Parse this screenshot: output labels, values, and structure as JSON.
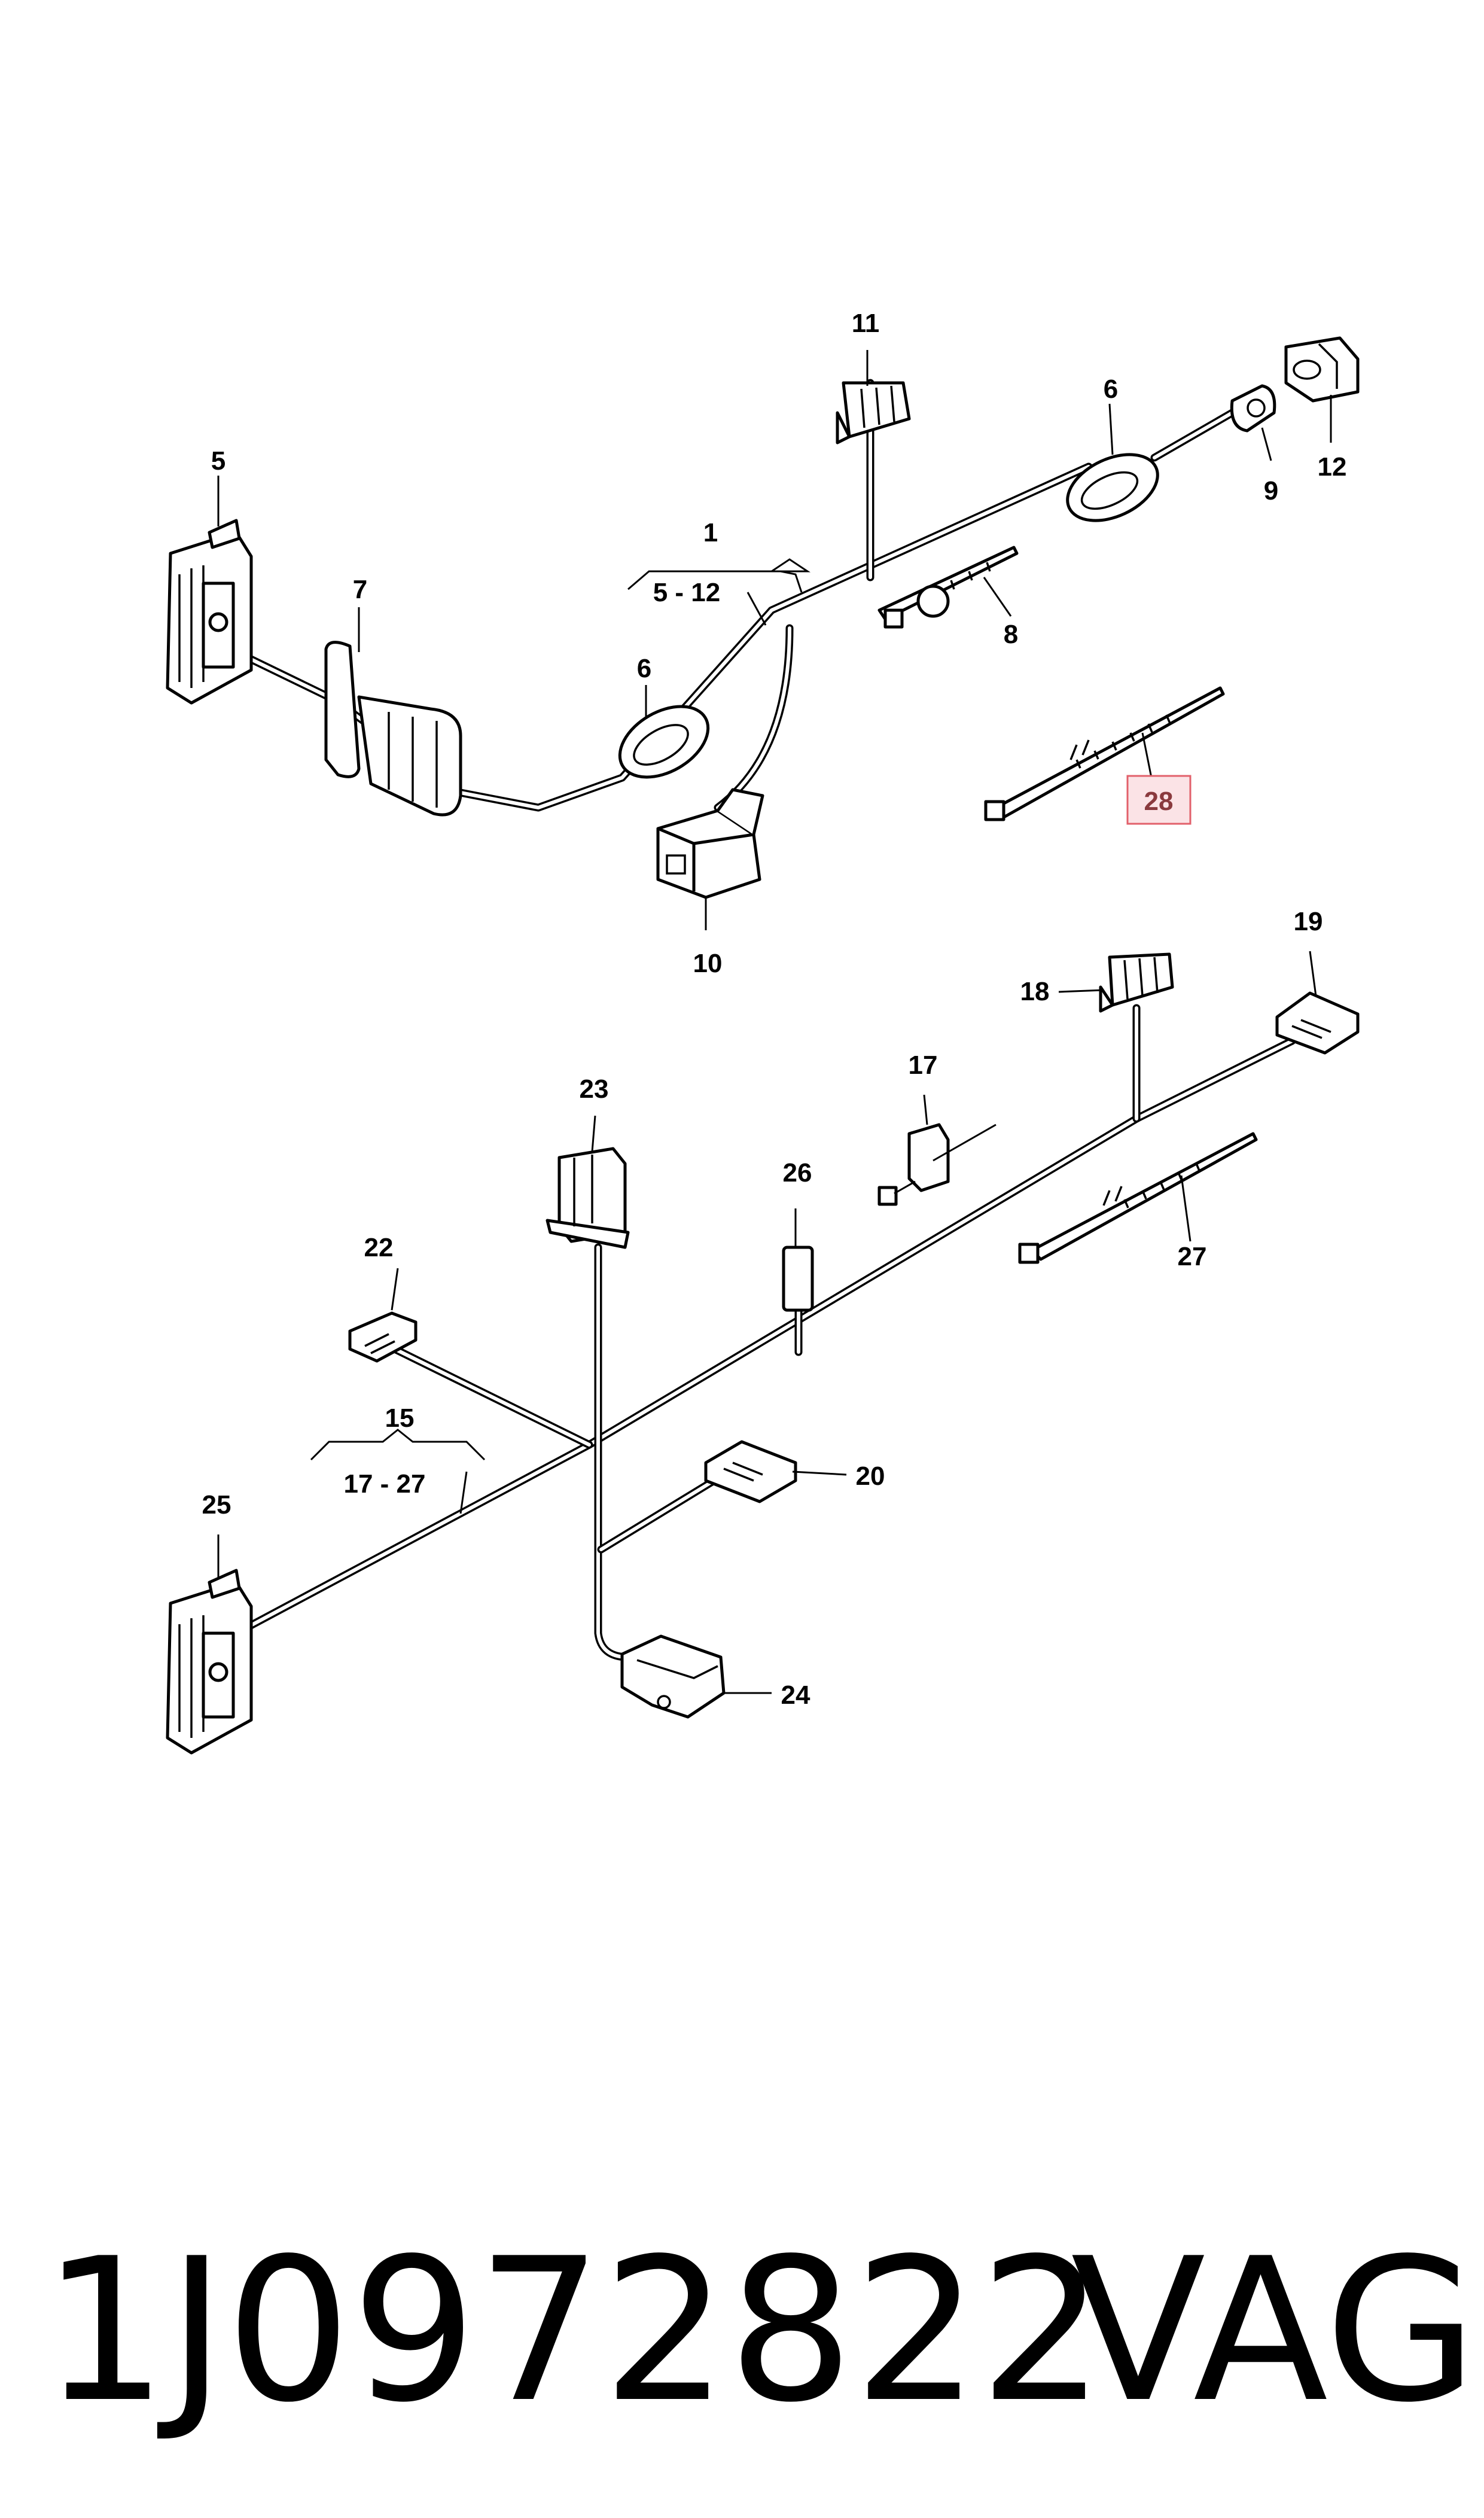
{
  "labels": {
    "p1": "1",
    "p1_range": "5 - 12",
    "p5": "5",
    "p6a": "6",
    "p6b": "6",
    "p7": "7",
    "p8": "8",
    "p9": "9",
    "p10": "10",
    "p11": "11",
    "p12": "12",
    "p28": "28",
    "p15": "15",
    "p15_range": "17 - 27",
    "p17": "17",
    "p18": "18",
    "p19": "19",
    "p20": "20",
    "p22": "22",
    "p23": "23",
    "p24": "24",
    "p25": "25",
    "p26": "26",
    "p27": "27"
  },
  "highlight": {
    "part": "28",
    "fill": "#fbe3e6",
    "border": "#e2606b",
    "text_color": "#8a3a3e"
  },
  "footer": {
    "part_number": "1J0972822",
    "brand": "VAG"
  }
}
